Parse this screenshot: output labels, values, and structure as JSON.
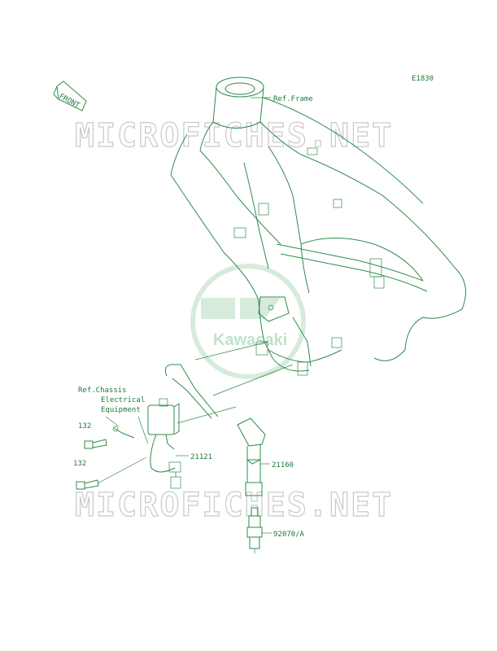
{
  "diagram": {
    "code": "E1830",
    "front_label": "FRONT",
    "watermark": "MICROFICHES.NET",
    "logo_text": "Kawasaki",
    "colors": {
      "line": "#2e8b4a",
      "text": "#1e7a3c",
      "watermark": "#c9c9c9",
      "logo": "#b8dcc0"
    },
    "labels": {
      "ref_frame": "Ref.Frame",
      "ref_chassis_1": "Ref.Chassis",
      "ref_chassis_2": "Electrical",
      "ref_chassis_3": "Equipment",
      "part_132_top": "132",
      "part_132_bottom": "132",
      "part_21121": "21121",
      "part_21160": "21160",
      "part_92070": "92070/A"
    }
  }
}
